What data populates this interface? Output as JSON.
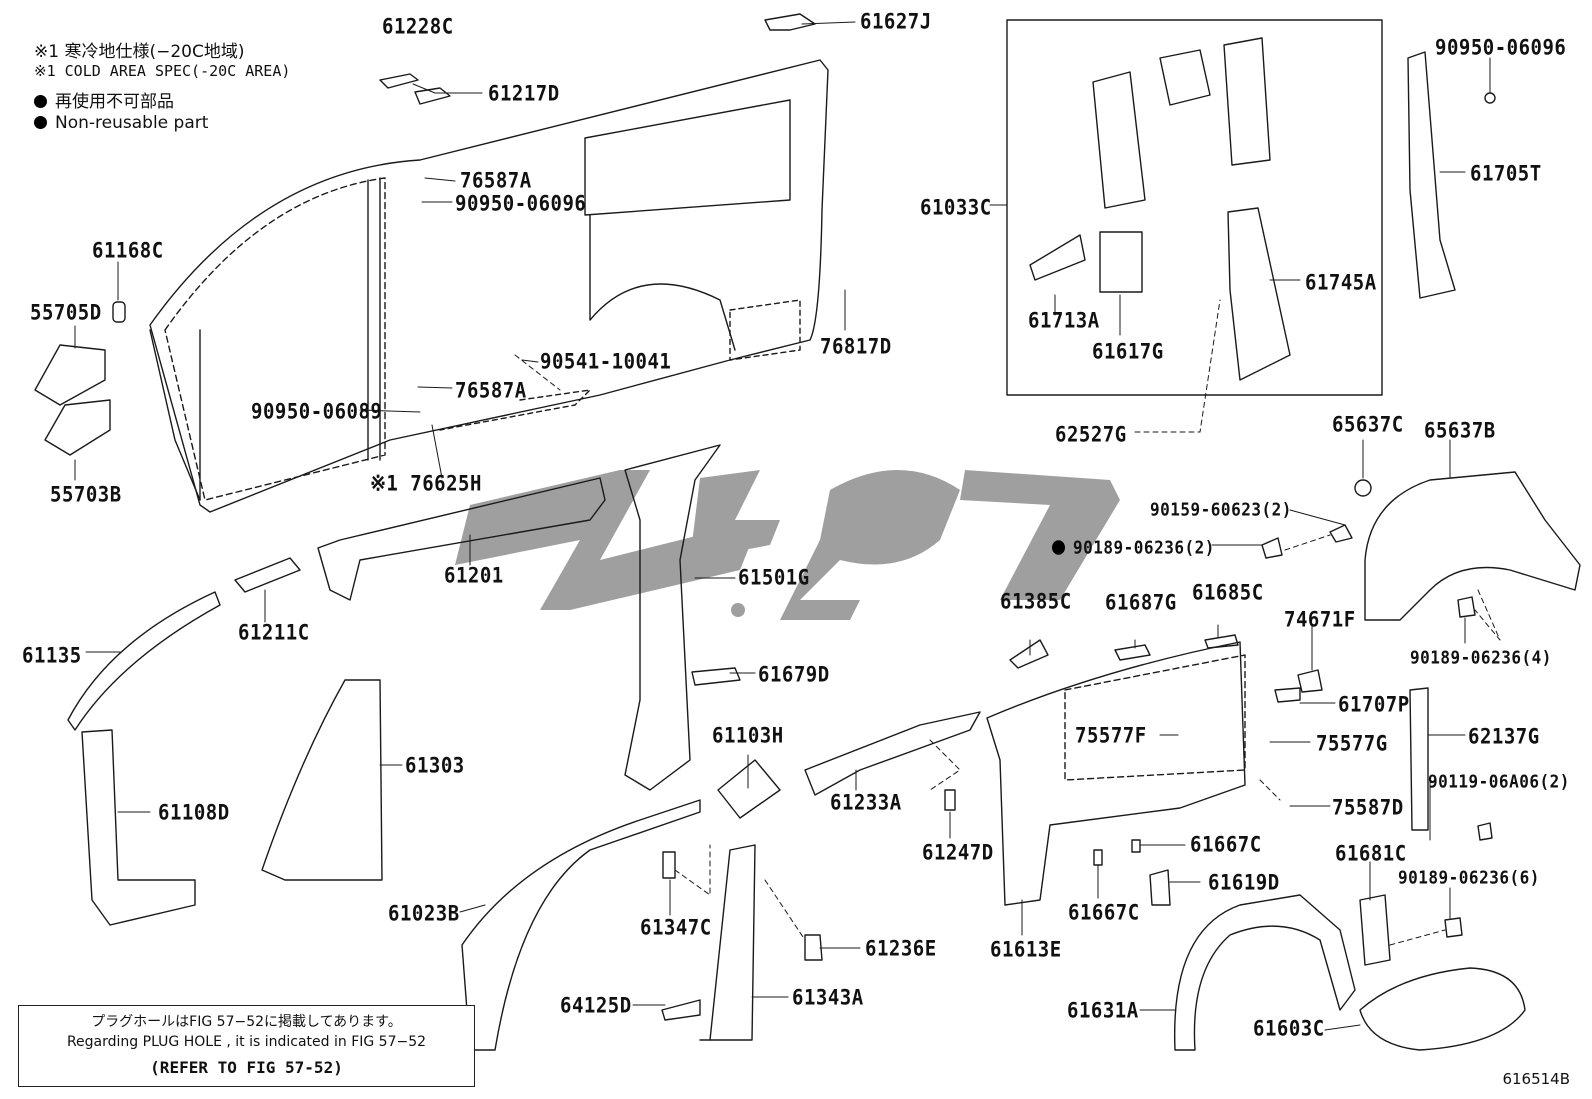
{
  "legend": {
    "line1": "※1 寒冷地仕様(−20C地域)",
    "line2": "※1 COLD AREA SPEC(-20C AREA)",
    "line3": "再使用不可部品",
    "line4": "Non-reusable part"
  },
  "note": {
    "line1": "プラグホールはFIG 57−52に掲載してあります。",
    "line2": "Regarding  PLUG HOLE , it is indicated in FIG  57−52",
    "line3": "(REFER TO FIG 57-52)"
  },
  "figure_number": "616514B",
  "watermark": "شبکه",
  "colors": {
    "line": "#1a1a1a",
    "watermark": "#9a9a9a",
    "background": "#ffffff"
  },
  "labels": {
    "l61228C": "61228C",
    "l61627J": "61627J",
    "l61217D": "61217D",
    "l76587A_1": "76587A",
    "l90950_06096_1": "90950-06096",
    "l61168C": "61168C",
    "l55705D": "55705D",
    "l90541_10041": "90541-10041",
    "l76587A_2": "76587A",
    "l90950_06089": "90950-06089",
    "l76625H": "※1 76625H",
    "l55703B": "55703B",
    "l76817D": "76817D",
    "l61033C": "61033C",
    "l61713A": "61713A",
    "l61617G": "61617G",
    "l61745A": "61745A",
    "l62527G": "62527G",
    "l90950_06096_2": "90950-06096",
    "l61705T": "61705T",
    "l65637C": "65637C",
    "l65637B": "65637B",
    "l90159_60623": "90159-60623(2)",
    "l90189_06236_2": "90189-06236(2)",
    "l90189_06236_4": "90189-06236(4)",
    "l61201": "61201",
    "l61501G": "61501G",
    "l61211C": "61211C",
    "l61135": "61135",
    "l61303": "61303",
    "l61108D": "61108D",
    "l61679D": "61679D",
    "l61103H": "61103H",
    "l61233A": "61233A",
    "l61247D": "61247D",
    "l61385C": "61385C",
    "l61687G": "61687G",
    "l61685C": "61685C",
    "l74671F": "74671F",
    "l61707P": "61707P",
    "l75577F": "75577F",
    "l75577G": "75577G",
    "l62137G": "62137G",
    "l90119_06A06": "90119-06A06(2)",
    "l75587D": "75587D",
    "l61667C_1": "61667C",
    "l61667C_2": "61667C",
    "l61619D": "61619D",
    "l61613E": "61613E",
    "l61681C": "61681C",
    "l90189_06236_6": "90189-06236(6)",
    "l61023B": "61023B",
    "l61347C": "61347C",
    "l61236E": "61236E",
    "l64125D": "64125D",
    "l61343A": "61343A",
    "l61631A": "61631A",
    "l61603C": "61603C"
  }
}
